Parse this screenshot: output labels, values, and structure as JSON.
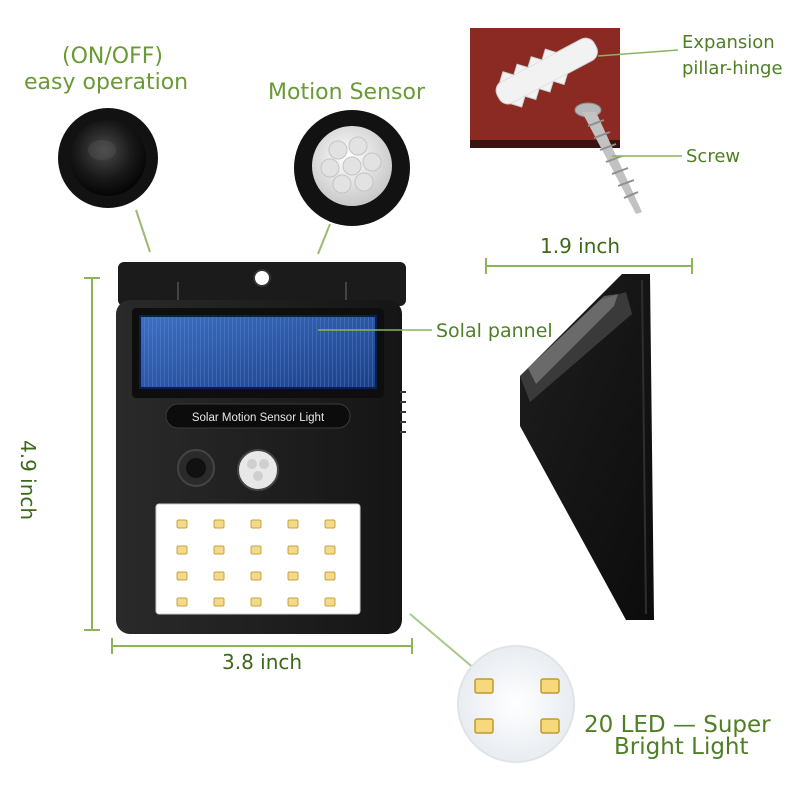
{
  "labels": {
    "switch_line1": "(ON/OFF)",
    "switch_line2": "easy operation",
    "motion_sensor": "Motion Sensor",
    "expansion_line1": "Expansion",
    "expansion_line2": "pillar-hinge",
    "screw": "Screw",
    "side_width": "1.9 inch",
    "solar_panel": "Solal pannel",
    "height": "4.9 inch",
    "width": "3.8 inch",
    "led_line1": "20 LED — Super",
    "led_line2": "Bright Light"
  },
  "product": {
    "front_label": "Solar Motion Sensor Light",
    "led_grid": {
      "rows": 4,
      "cols": 5
    },
    "zoom_led_count": 4
  },
  "colors": {
    "label_green": "#6a9a35",
    "body_black": "#1c1c1c",
    "panel_blue": "#2b5aa8",
    "mount_red": "#8a2a22"
  }
}
